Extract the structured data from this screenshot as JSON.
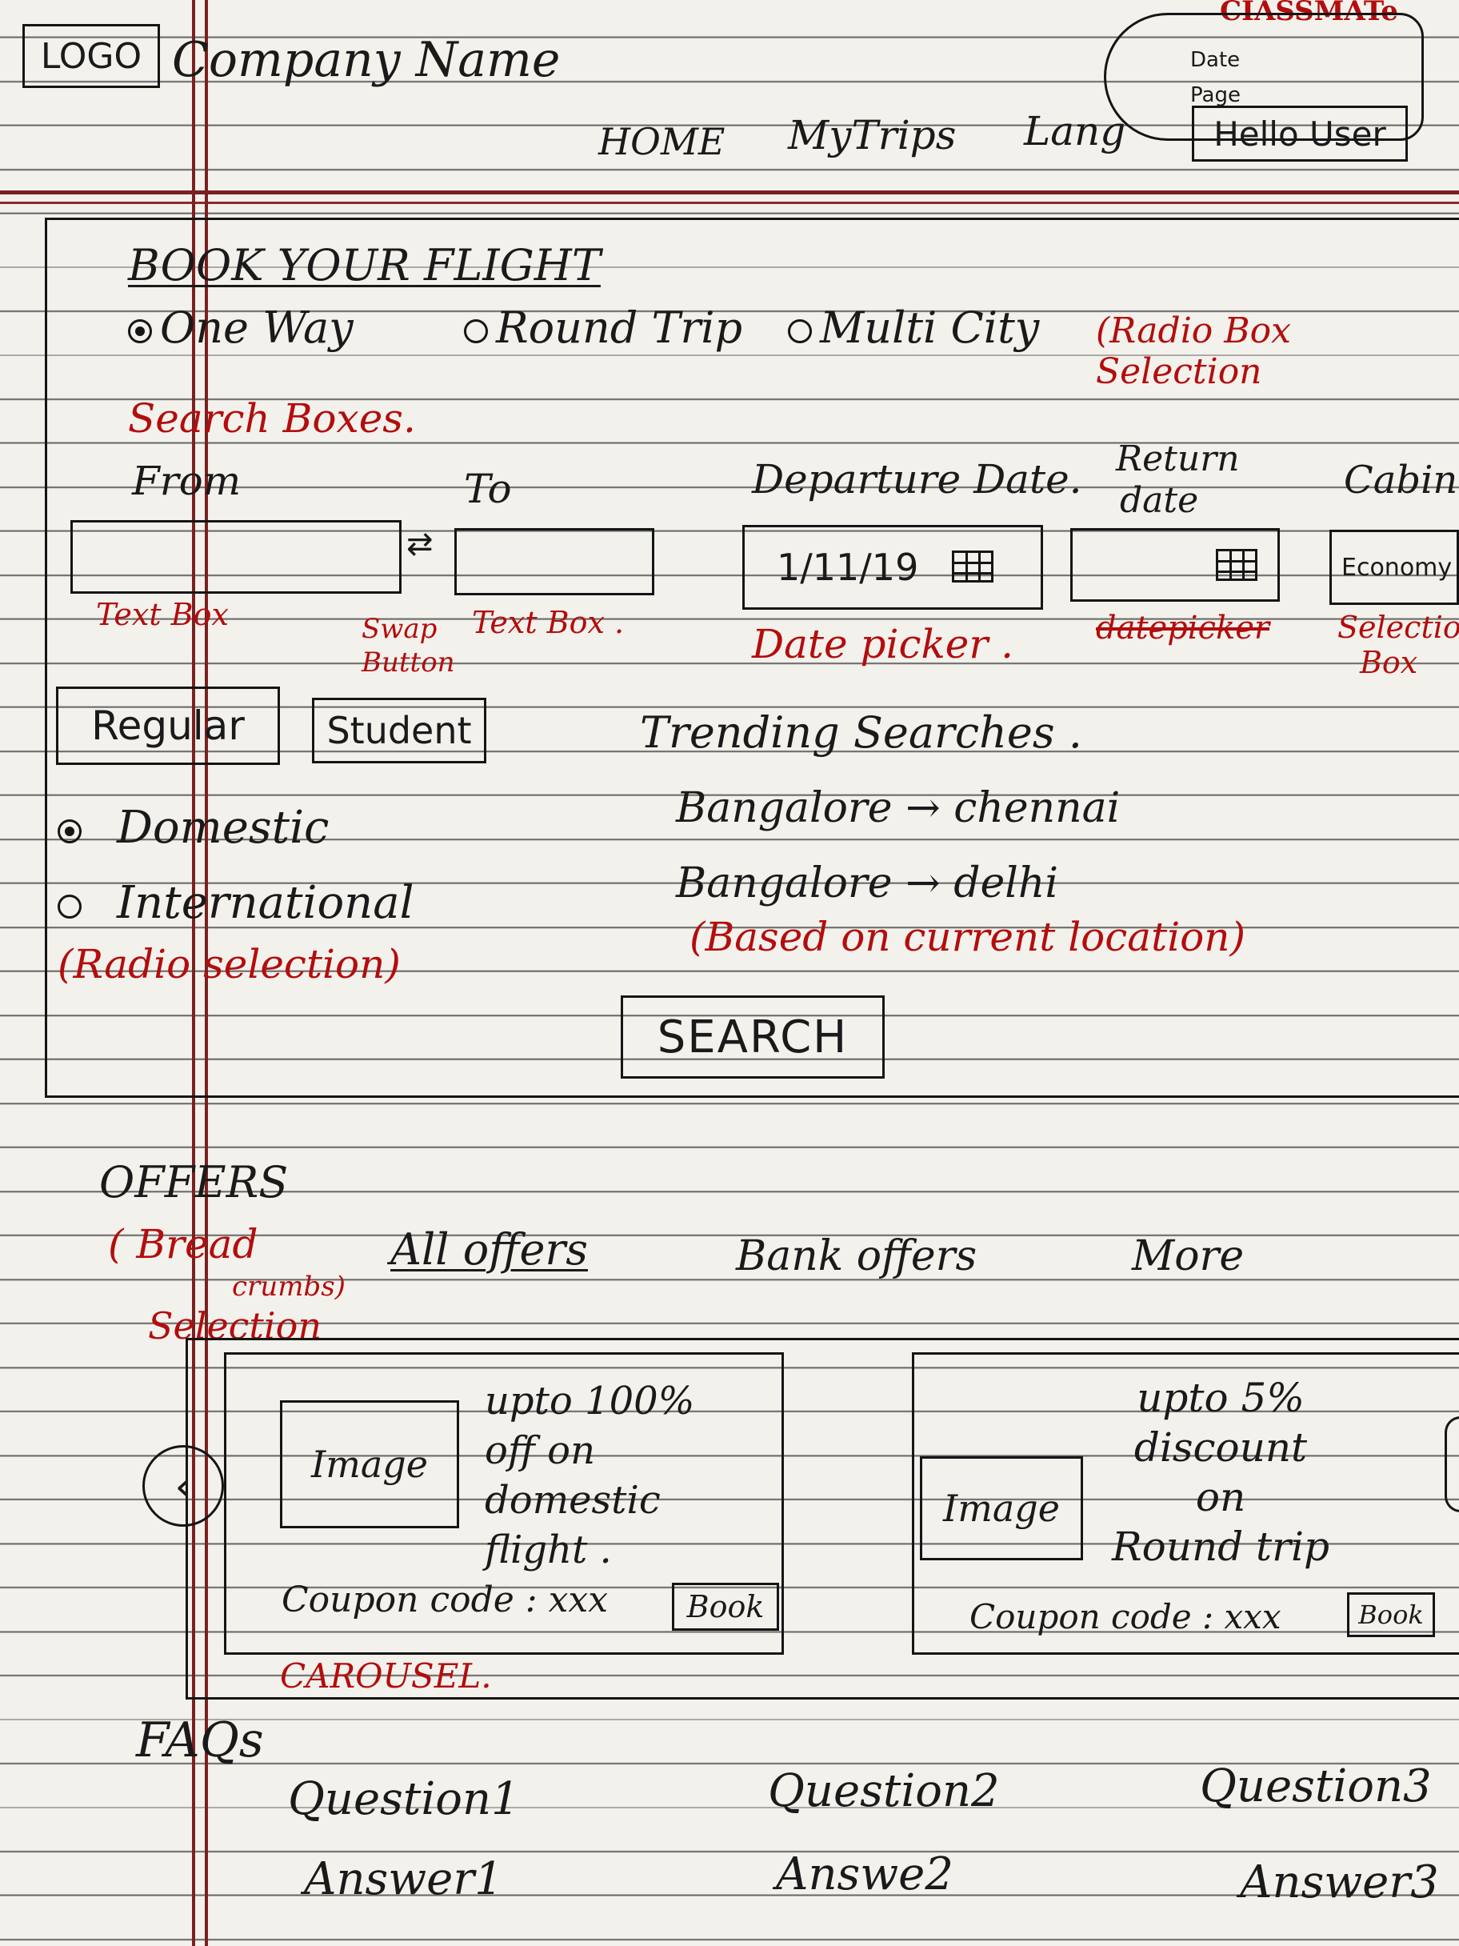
{
  "notebook": {
    "brand": "CIASSMATe",
    "date_label": "Date",
    "page_label": "Page"
  },
  "header": {
    "logo": "LOGO",
    "company": "Company Name",
    "nav": [
      "HOME",
      "MyTrips",
      "Lang"
    ],
    "user_button": "Hello User"
  },
  "booking": {
    "title": "BOOK YOUR FLIGHT",
    "trip_types": [
      {
        "label": "One Way",
        "selected": true
      },
      {
        "label": "Round Trip",
        "selected": false
      },
      {
        "label": "Multi City",
        "selected": false
      }
    ],
    "trip_types_note": "(Radio Box Selection",
    "search_boxes_note": "Search Boxes.",
    "fields": {
      "from_label": "From",
      "to_label": "To",
      "departure_label": "Departure Date.",
      "return_label_1": "Return",
      "return_label_2": "date",
      "cabin_label": "Cabin",
      "departure_value": "1/11/19",
      "cabin_value": "Economy"
    },
    "annotations": {
      "from": "Text Box",
      "swap_1": "Swap",
      "swap_2": "Button",
      "to": "Text Box .",
      "departure": "Date picker .",
      "return": "datepicker",
      "cabin_1": "Selection",
      "cabin_2": "Box"
    },
    "fare_types": [
      "Regular",
      "Student"
    ],
    "regions": [
      {
        "label": "Domestic",
        "selected": true
      },
      {
        "label": "International",
        "selected": false
      }
    ],
    "regions_note": "(Radio selection)",
    "trending": {
      "title": "Trending Searches .",
      "routes": [
        {
          "from": "Bangalore",
          "to": "chennai"
        },
        {
          "from": "Bangalore",
          "to": "delhi"
        }
      ],
      "note": "(Based on current location)"
    },
    "search_button": "SEARCH"
  },
  "offers": {
    "title": "OFFERS",
    "breadcrumb_note_1": "( Bread",
    "breadcrumb_note_2": "crumbs)",
    "breadcrumb_note_3": "Selection",
    "tabs": [
      "All offers",
      "Bank offers",
      "More"
    ],
    "carousel_label": "CAROUSEL.",
    "cards": [
      {
        "image": "Image",
        "text": [
          "upto 100%",
          "off on",
          "domestic",
          "flight ."
        ],
        "coupon": "Coupon code : xxx",
        "button": "Book"
      },
      {
        "image": "Image",
        "text": [
          "upto 5%",
          "discount",
          "on",
          "Round trip"
        ],
        "coupon": "Coupon code : xxx",
        "button": "Book"
      }
    ]
  },
  "faqs": {
    "title": "FAQs",
    "items": [
      {
        "question": "Question1",
        "answer": "Answer1"
      },
      {
        "question": "Question2",
        "answer": "Answe2"
      },
      {
        "question": "Question3",
        "answer": "Answer3"
      }
    ]
  }
}
